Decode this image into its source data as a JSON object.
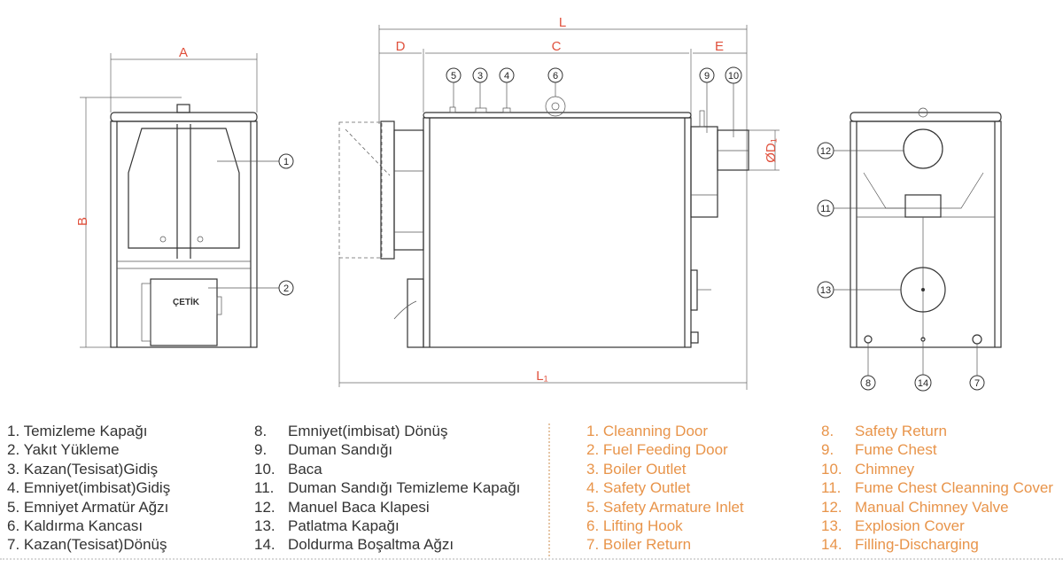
{
  "dimensions": {
    "A": "A",
    "B": "B",
    "L": "L",
    "D": "D",
    "C": "C",
    "E": "E",
    "L1": "L₁",
    "D1": "ØD₁"
  },
  "logo": "ÇETİK",
  "callouts": {
    "n1": "1",
    "n2": "2",
    "n3": "3",
    "n4": "4",
    "n5": "5",
    "n6": "6",
    "n7": "7",
    "n8": "8",
    "n9": "9",
    "n10": "10",
    "n11": "11",
    "n12": "12",
    "n13": "13",
    "n14": "14"
  },
  "legend_tr_1": [
    "1. Temizleme Kapağı",
    "2. Yakıt Yükleme",
    "3. Kazan(Tesisat)Gidiş",
    "4. Emniyet(imbisat)Gidiş",
    "5. Emniyet Armatür Ağzı",
    "6. Kaldırma Kancası",
    "7. Kazan(Tesisat)Dönüş"
  ],
  "legend_tr_2": [
    {
      "n": "8.",
      "t": "Emniyet(imbisat) Dönüş"
    },
    {
      "n": "9.",
      "t": "Duman Sandığı"
    },
    {
      "n": "10.",
      "t": "Baca"
    },
    {
      "n": "11.",
      "t": "Duman Sandığı Temizleme Kapağı"
    },
    {
      "n": "12.",
      "t": "Manuel Baca Klapesi"
    },
    {
      "n": "13.",
      "t": "Patlatma Kapağı"
    },
    {
      "n": "14.",
      "t": "Doldurma Boşaltma Ağzı"
    }
  ],
  "legend_en_1": [
    "1. Cleanning Door",
    "2. Fuel Feeding Door",
    "3. Boiler Outlet",
    "4. Safety Outlet",
    "5. Safety Armature Inlet",
    "6. Lifting Hook",
    "7. Boiler Return"
  ],
  "legend_en_2": [
    {
      "n": "8.",
      "t": "Safety Return"
    },
    {
      "n": "9.",
      "t": "Fume Chest"
    },
    {
      "n": "10.",
      "t": "Chimney"
    },
    {
      "n": "11.",
      "t": "Fume Chest Cleanning Cover"
    },
    {
      "n": "12.",
      "t": "Manual Chimney Valve"
    },
    {
      "n": "13.",
      "t": "Explosion Cover"
    },
    {
      "n": "14.",
      "t": "Filling-Discharging"
    }
  ],
  "colors": {
    "dimension": "#e0503c",
    "english": "#e8944a"
  }
}
